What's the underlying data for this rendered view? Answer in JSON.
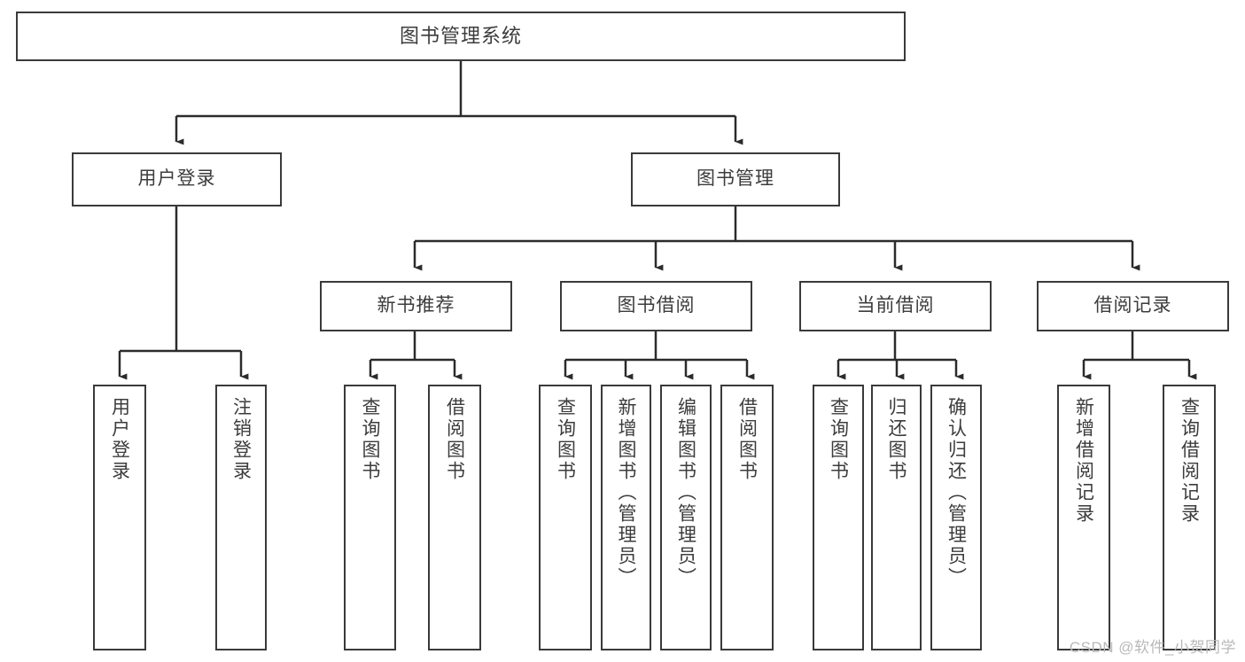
{
  "diagram": {
    "title": "图书管理系统",
    "watermark": "CSDN @软件_小贺同学",
    "colors": {
      "box_border": "#3a3a3a",
      "box_fill": "#ffffff",
      "edge": "#2b2b2b",
      "text": "#3c3c3c",
      "watermark": "#b9b9b9",
      "background": "#ffffff"
    },
    "nodes": {
      "root": {
        "label": "图书管理系统"
      },
      "level2": [
        {
          "id": "user-login",
          "label": "用户登录"
        },
        {
          "id": "book-management",
          "label": "图书管理"
        }
      ],
      "level3": [
        {
          "id": "new-book-recommend",
          "label": "新书推荐"
        },
        {
          "id": "book-borrow",
          "label": "图书借阅"
        },
        {
          "id": "current-borrow",
          "label": "当前借阅"
        },
        {
          "id": "borrow-record",
          "label": "借阅记录"
        }
      ],
      "leaves": {
        "user_login": [
          {
            "id": "leaf-user-login",
            "label": "用户登录"
          },
          {
            "id": "leaf-logout-login",
            "label": "注销登录"
          }
        ],
        "new_book_recommend": [
          {
            "id": "leaf-query-book-1",
            "label": "查询图书"
          },
          {
            "id": "leaf-borrow-book-1",
            "label": "借阅图书"
          }
        ],
        "book_borrow": [
          {
            "id": "leaf-query-book-2",
            "label": "查询图书"
          },
          {
            "id": "leaf-add-book",
            "label": "新增图书（管理员）"
          },
          {
            "id": "leaf-edit-book",
            "label": "编辑图书（管理员）"
          },
          {
            "id": "leaf-borrow-book-2",
            "label": "借阅图书"
          }
        ],
        "current_borrow": [
          {
            "id": "leaf-query-book-3",
            "label": "查询图书"
          },
          {
            "id": "leaf-return-book",
            "label": "归还图书"
          },
          {
            "id": "leaf-confirm-return",
            "label": "确认归还（管理员）"
          }
        ],
        "borrow_record": [
          {
            "id": "leaf-add-record",
            "label": "新增借阅记录"
          },
          {
            "id": "leaf-query-record",
            "label": "查询借阅记录"
          }
        ]
      }
    }
  }
}
